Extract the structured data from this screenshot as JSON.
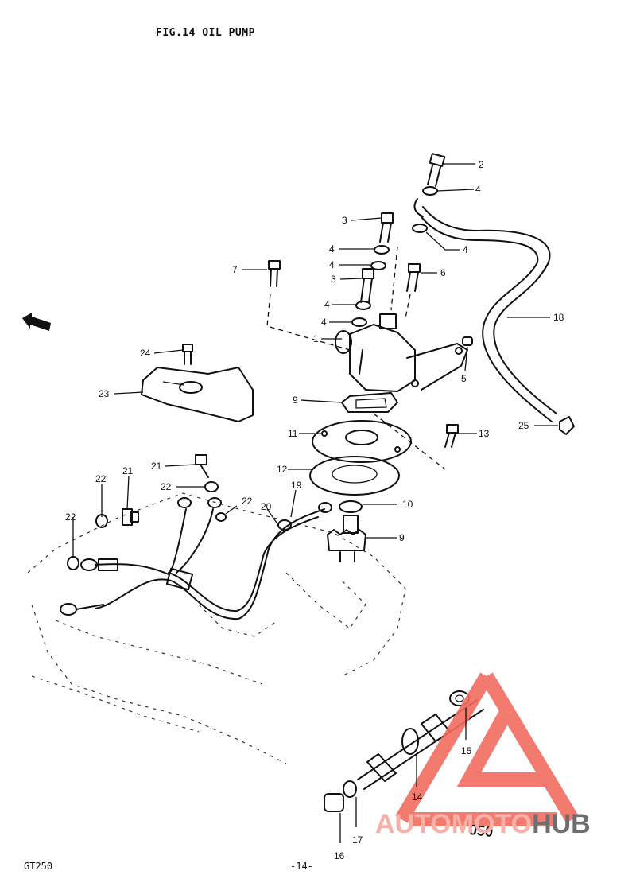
{
  "header": {
    "title": "FIG.14  OIL PUMP"
  },
  "footer": {
    "model": "GT250",
    "page": "-14-"
  },
  "part_labels": [
    "2",
    "4",
    "4",
    "3",
    "4",
    "4",
    "3",
    "4",
    "4",
    "7",
    "6",
    "1",
    "5",
    "18",
    "9",
    "11",
    "12",
    "13",
    "25",
    "23",
    "24",
    "21",
    "22",
    "22",
    "22",
    "21",
    "19",
    "20",
    "10",
    "9",
    "15",
    "14",
    "16",
    "17"
  ],
  "stamp": "050",
  "watermark": {
    "text_a": "AUTOMOTO",
    "text_b": "HUB",
    "color_a": "#f7b0a8",
    "color_b": "#6e6e6e",
    "logo_color": "#f26b5e"
  }
}
